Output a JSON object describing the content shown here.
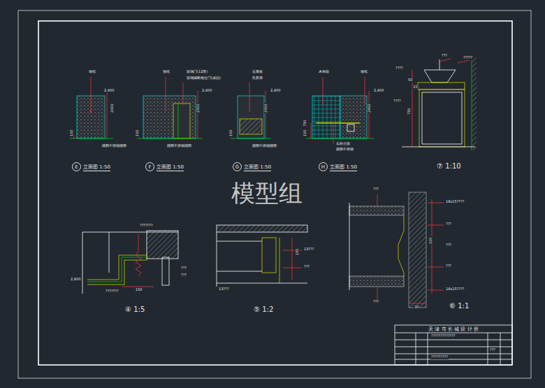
{
  "diagram": {
    "nodes": [
      {
        "text": [
          "E",
          "立面图 1:50"
        ]
      },
      {
        "text": [
          "F",
          "立面图 1:50"
        ]
      },
      {
        "text": [
          "G",
          "立面图 1:50"
        ]
      },
      {
        "text": [
          "H",
          "立面图 1:50"
        ]
      },
      {
        "text": [
          "天 津 市 长 城 设 计 所"
        ]
      }
    ],
    "labels": [
      "墙纸",
      "2,400",
      "2400",
      "100",
      "踢脚不锈钢踢脚",
      "墙纸",
      "玻璃门(12厚)",
      "玻璃隔断推拉门(成品)",
      "2,400",
      "2400",
      "100",
      "踢脚不锈钢踢脚",
      "石膏板",
      "乳胶漆",
      "2,400",
      "2400",
      "100",
      "踢脚不锈钢踢脚",
      "木饰面",
      "墙纸",
      "2,400",
      "2400",
      "750",
      "100",
      "石材台面",
      "踢脚不锈钢",
      "???",
      "?????",
      "????",
      "50",
      "15",
      "????",
      "750",
      "⑦ 1:10",
      "???????",
      "???",
      "???",
      "2,800",
      "150",
      "???????",
      "④ 1:5",
      "13???",
      "???",
      "13???",
      "150",
      "⑤ 1:2",
      "???",
      "18x15????",
      "???",
      "100",
      "???",
      "???",
      "18x15????",
      "???",
      "30",
      "⑥ 1:1",
      "?????????????",
      "?????????",
      "???",
      "模型组"
    ]
  }
}
